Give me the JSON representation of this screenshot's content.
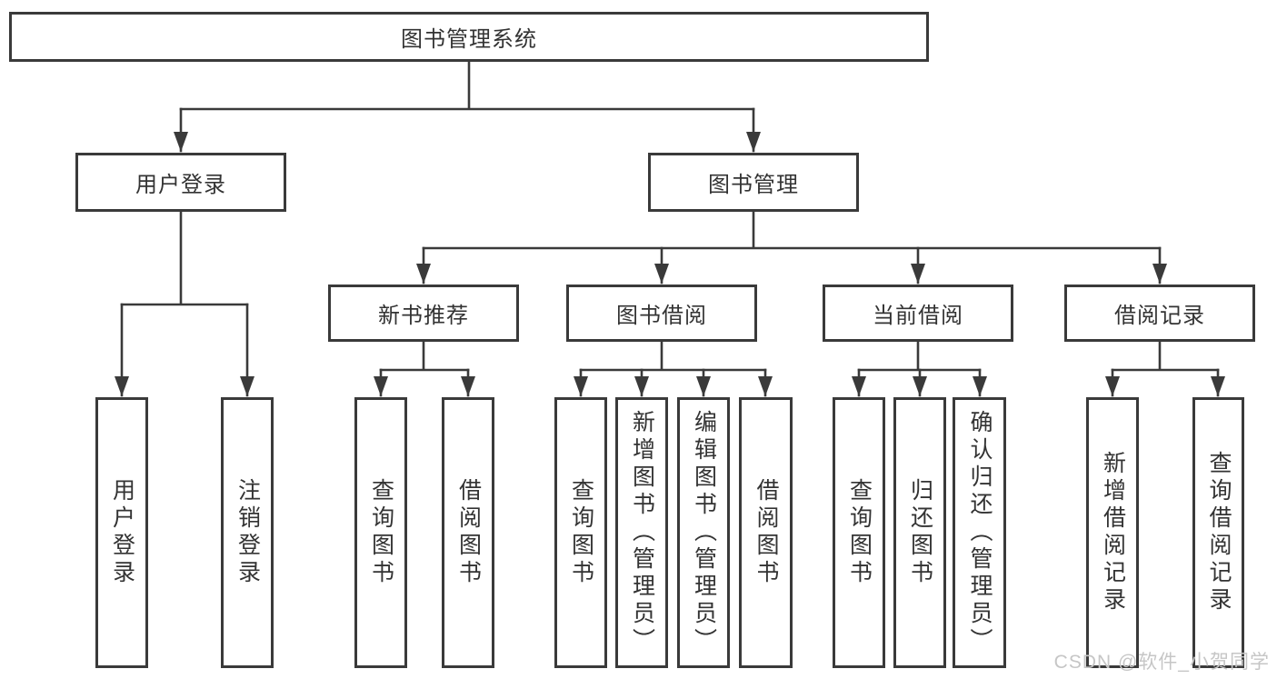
{
  "diagram": {
    "title_node": "图书管理系统",
    "level2": {
      "user_login": "用户登录",
      "book_management": "图书管理"
    },
    "level3": {
      "new_book_recommend": "新书推荐",
      "book_borrow": "图书借阅",
      "current_borrow": "当前借阅",
      "borrow_records": "借阅记录"
    },
    "leaves": {
      "login_children": [
        "用户登录",
        "注销登录"
      ],
      "recommend_children": [
        "查询图书",
        "借阅图书"
      ],
      "borrow_children": [
        "查询图书",
        "新增图书（管理员）",
        "编辑图书（管理员）",
        "借阅图书"
      ],
      "current_children": [
        "查询图书",
        "归还图书",
        "确认归还（管理员）"
      ],
      "records_children": [
        "新增借阅记录",
        "查询借阅记录"
      ]
    },
    "colors": {
      "line": "#3a3a3a",
      "text": "#333333",
      "background": "#ffffff",
      "watermark_text": "#c6c6c6"
    },
    "watermark": "CSDN @软件_小贺同学"
  }
}
